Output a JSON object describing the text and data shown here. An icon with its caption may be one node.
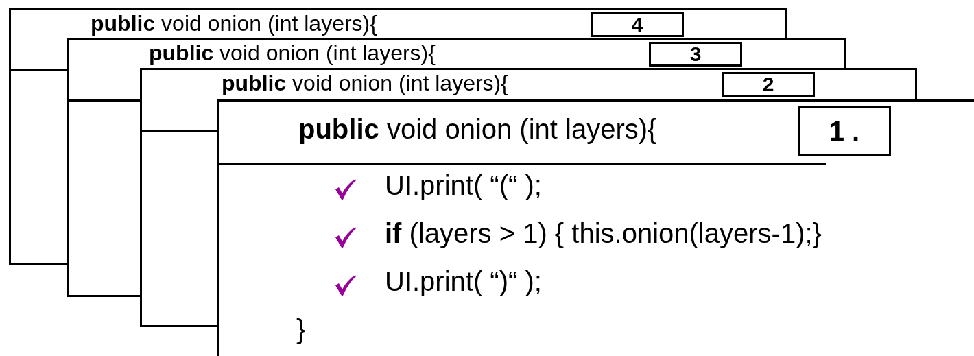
{
  "diagram": {
    "nodes": [
      {
        "text": [
          "**public** void onion (int layers){"
        ]
      },
      {
        "text": [
          "4"
        ],
        "in": 0
      },
      {
        "text": [
          "**public** void onion (int layers){"
        ]
      },
      {
        "text": [
          "3"
        ],
        "in": 2
      },
      {
        "text": [
          "**public** void onion (int layers){"
        ]
      },
      {
        "text": [
          "2"
        ],
        "in": 4
      },
      {
        "text": [
          "**public** void onion (int layers){",
          "UI.print( “(“ );",
          "**if** (layers > 1) { this.onion(layers-1);}",
          "UI.print( “)“ );",
          "}"
        ]
      },
      {
        "text": [
          "1 ."
        ],
        "in": 6
      }
    ],
    "edges": []
  }
}
